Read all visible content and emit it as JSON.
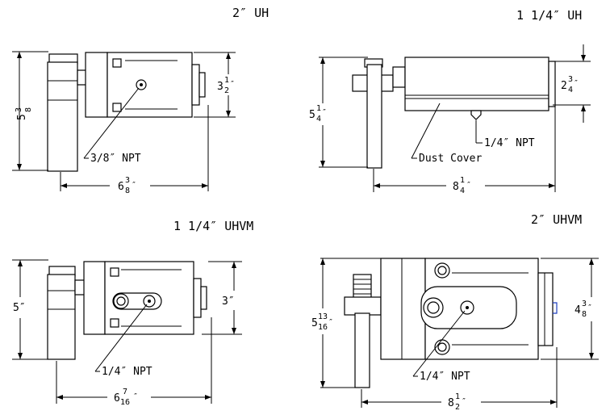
{
  "views": {
    "tl": {
      "title": "2″ UH",
      "height_whole": "5",
      "height_num": "3",
      "height_den": "8",
      "stroke_whole": "3",
      "stroke_num": "1",
      "stroke_den": "2",
      "stroke_unit": "″",
      "port_label": "3/8″ NPT",
      "length_whole": "6",
      "length_num": "3",
      "length_den": "8",
      "length_unit": "″"
    },
    "tr": {
      "title": "1 1/4″ UH",
      "height_whole": "5",
      "height_num": "1",
      "height_den": "4",
      "height_unit": "″",
      "stroke_whole": "2",
      "stroke_num": "3",
      "stroke_den": "4",
      "stroke_unit": "″",
      "port_label": "1/4″ NPT",
      "cover_label": "Dust Cover",
      "length_whole": "8",
      "length_num": "1",
      "length_den": "4",
      "length_unit": "″"
    },
    "bl": {
      "title": "1 1/4″ UHVM",
      "height": "5″",
      "stroke": "3″",
      "port_label": "1/4″ NPT",
      "length_whole": "6",
      "length_num": "7",
      "length_den": "16",
      "length_unit": "″"
    },
    "br": {
      "title": "2″ UHVM",
      "height_whole": "5",
      "height_num": "13",
      "height_den": "16",
      "height_unit": "″",
      "stroke_whole": "4",
      "stroke_num": "3",
      "stroke_den": "8",
      "stroke_unit": "″",
      "port_label": "1/4″ NPT",
      "length_whole": "8",
      "length_num": "1",
      "length_den": "2",
      "length_unit": "″"
    }
  },
  "colors": {
    "ink": "#000000",
    "paper": "#ffffff",
    "accent": "#1f3fbf"
  }
}
